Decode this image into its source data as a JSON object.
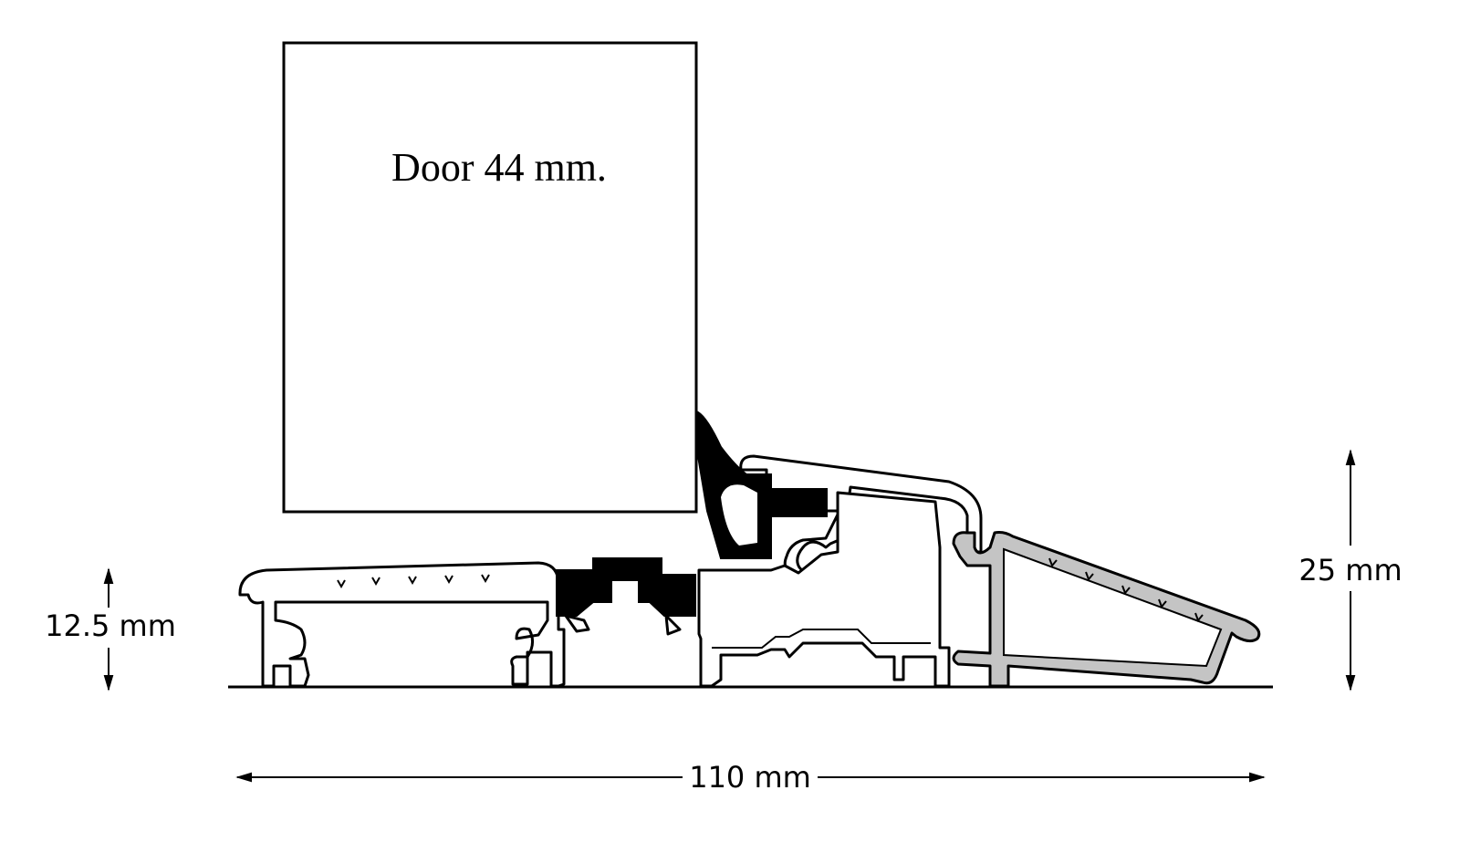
{
  "diagram": {
    "door_label": "Door 44 mm.",
    "dim_width": "110 mm",
    "dim_left_height": "12.5 mm",
    "dim_right_height": "25 mm",
    "colors": {
      "line": "#000000",
      "profile_fill": "#ffffff",
      "ramp_fill": "#c4c4c4",
      "gasket_fill": "#000000"
    }
  }
}
